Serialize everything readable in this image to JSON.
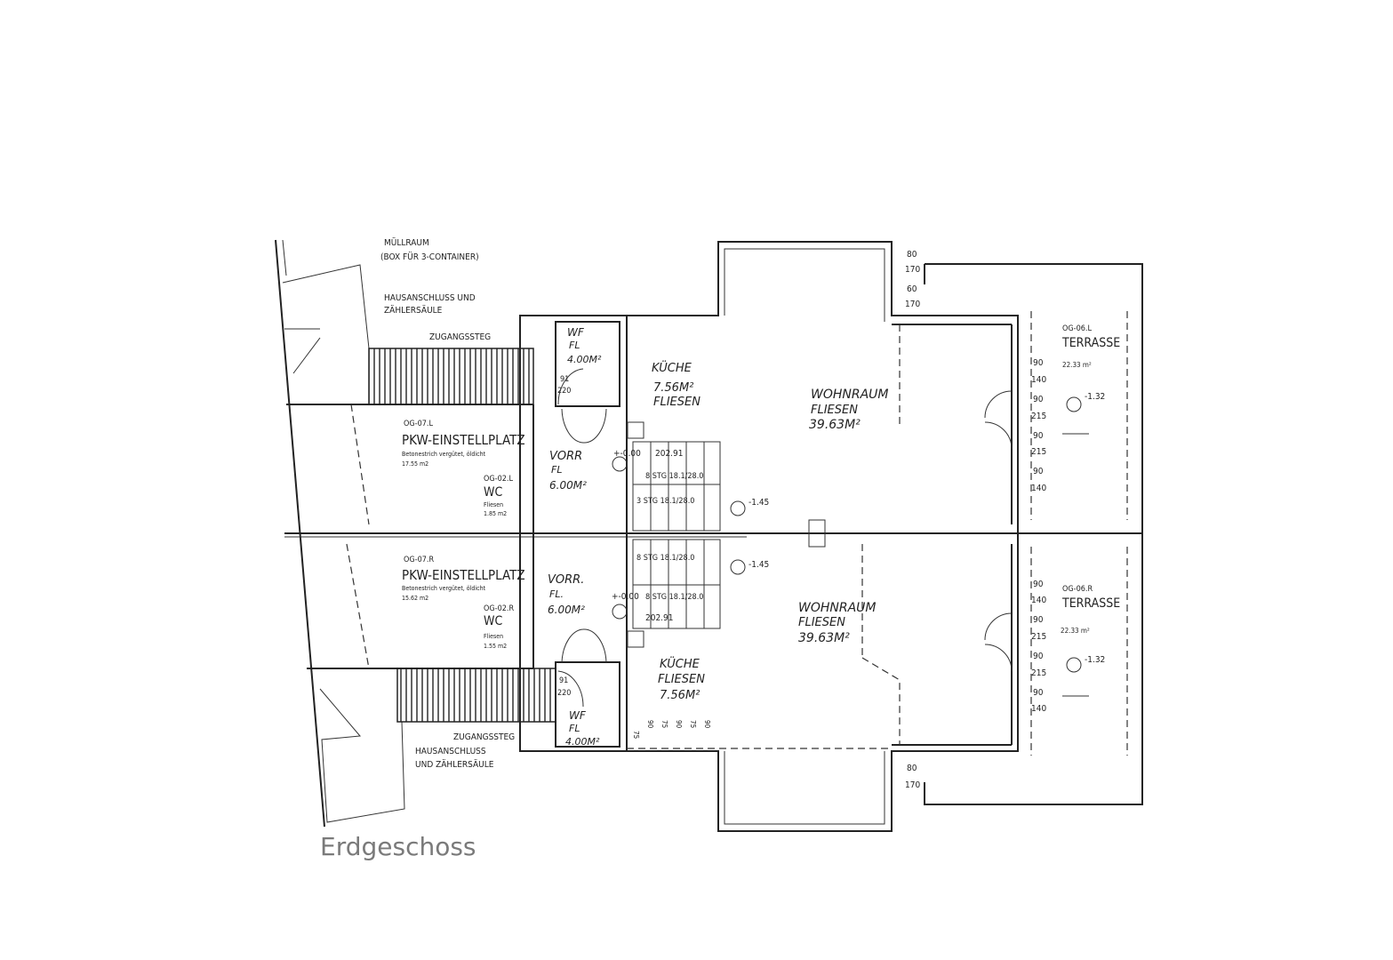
{
  "caption": "Erdgeschoss",
  "labels": {
    "muellraum": "MÜLLRAUM",
    "box": "(BOX FÜR 3-CONTAINER)",
    "hausanschluss_top_1": "HAUSANSCHLUSS UND",
    "hausanschluss_top_2": "ZÄHLERSÄULE",
    "zugangssteg_top": "ZUGANGSSTEG",
    "zugangssteg_bottom": "ZUGANGSSTEG",
    "hausanschluss_bottom_1": "HAUSANSCHLUSS",
    "hausanschluss_bottom_2": "UND ZÄHLERSÄULE"
  },
  "units": {
    "left": {
      "pkw_code": "OG-07.L",
      "pkw_name": "PKW-EINSTELLPLATZ",
      "pkw_desc": "Betonestrich vergütet, öldicht",
      "pkw_area": "17.55 m2",
      "wc_code": "OG-02.L",
      "wc_name": "WC",
      "wc_floor": "Fliesen",
      "wc_area": "1.85 m2",
      "wf": [
        "WF",
        "FL",
        "4.00M²"
      ],
      "wf_dims": [
        "91",
        "220"
      ],
      "vorr": [
        "VORR",
        "FL",
        "6.00M²"
      ],
      "kueche": [
        "KÜCHE",
        "7.56M²",
        "FLIESEN"
      ],
      "wohnraum": [
        "WOHNRAUM",
        "FLIESEN",
        "39.63M²"
      ],
      "terrasse_code": "OG-06.L",
      "terrasse_name": "TERRASSE",
      "terrasse_area": "22.33 m²",
      "terrasse_level": "-1.32",
      "level_entry": "+-0.00",
      "level_stair": "-1.45",
      "stair_elev": "202.91",
      "stair_a": "8 STG 18.1/28.0",
      "stair_b": "3 STG 18.1/28.0",
      "bay_dims": [
        "80",
        "170",
        "60",
        "170"
      ],
      "window_dims": [
        "90",
        "140",
        "90",
        "215",
        "90",
        "215",
        "90",
        "140"
      ]
    },
    "right": {
      "pkw_code": "OG-07.R",
      "pkw_name": "PKW-EINSTELLPLATZ",
      "pkw_desc": "Betonestrich vergütet, öldicht",
      "pkw_area": "15.62 m2",
      "wc_code": "OG-02.R",
      "wc_name": "WC",
      "wc_floor": "Fliesen",
      "wc_area": "1.55 m2",
      "wf": [
        "WF",
        "FL",
        "4.00M²"
      ],
      "wf_dims": [
        "91",
        "220"
      ],
      "vorr": [
        "VORR.",
        "FL.",
        "6.00M²"
      ],
      "kueche": [
        "KÜCHE",
        "FLIESEN",
        "7.56M²"
      ],
      "wohnraum": [
        "WOHNRAUM",
        "FLIESEN",
        "39.63M²"
      ],
      "terrasse_code": "OG-06.R",
      "terrasse_name": "TERRASSE",
      "terrasse_area": "22.33 m²",
      "terrasse_level": "-1.32",
      "level_entry": "+-0.00",
      "level_stair": "-1.45",
      "stair_elev": "202.91",
      "stair_a": "8 STG 18.1/28.0",
      "stair_b": "8 STG 18.1/28.0",
      "bay_dims": [
        "80",
        "170"
      ],
      "window_dims": [
        "90",
        "140",
        "90",
        "215",
        "90",
        "215",
        "90",
        "140"
      ],
      "kitchen_dims": [
        "75",
        "90",
        "75",
        "90",
        "75",
        "90"
      ]
    }
  }
}
